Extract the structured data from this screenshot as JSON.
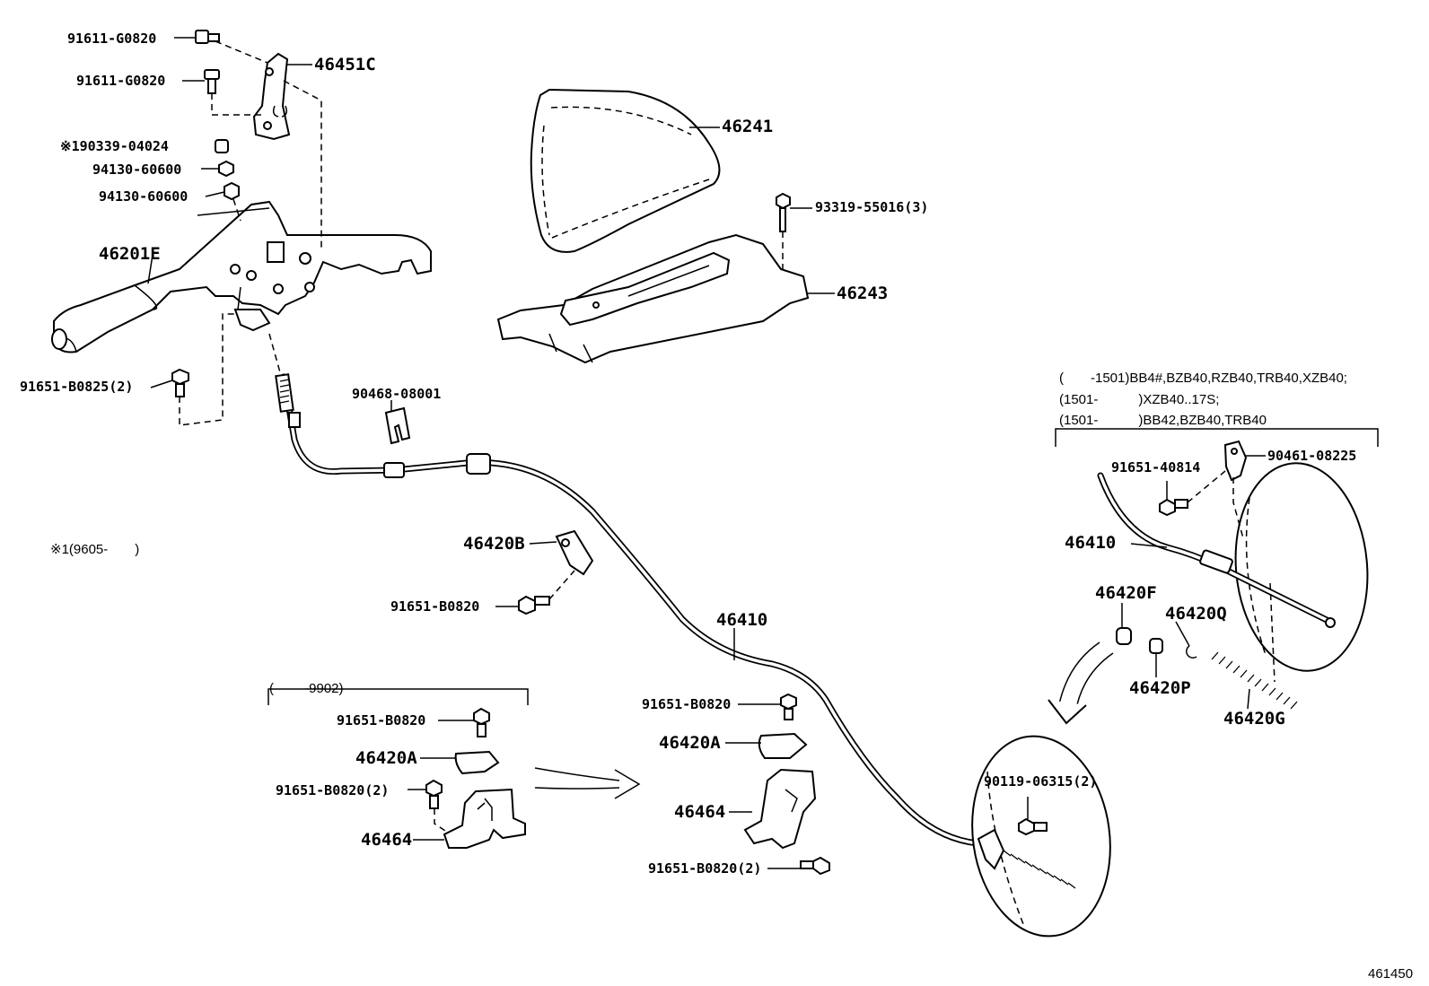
{
  "figure_number": "461450",
  "footnote": "※1(9605-　　)",
  "range_notes": {
    "left_bracket": "(　　 -9902)",
    "right_line1": "(　　-1501)BB4#,BZB40,RZB40,TRB40,XZB40;",
    "right_line2": "(1501-　　　)XZB40..17S;",
    "right_line3": "(1501-　　　)BB42,BZB40,TRB40"
  },
  "part_labels": {
    "p_91611_g0820_a": "91611-G0820",
    "p_91611_g0820_b": "91611-G0820",
    "p_46451c": "46451C",
    "p_190339": "※190339-04024",
    "p_94130_a": "94130-60600",
    "p_94130_b": "94130-60600",
    "p_46201e": "46201E",
    "p_91651_b0825": "91651-B0825(2)",
    "p_46241": "46241",
    "p_93319": "93319-55016(3)",
    "p_46243": "46243",
    "p_90468": "90468-08001",
    "p_46420b": "46420B",
    "p_91651_b0820_a": "91651-B0820",
    "p_46410_main": "46410",
    "p_91651_b0820_b": "91651-B0820",
    "p_46420a_left": "46420A",
    "p_91651_b0820_2_left": "91651-B0820(2)",
    "p_46464_left": "46464",
    "p_91651_b0820_c": "91651-B0820",
    "p_46420a_mid": "46420A",
    "p_46464_mid": "46464",
    "p_91651_b0820_2_mid": "91651-B0820(2)",
    "p_90119": "90119-06315(2)",
    "p_91651_40814": "91651-40814",
    "p_90461": "90461-08225",
    "p_46410_right": "46410",
    "p_46420f": "46420F",
    "p_46420q": "46420Q",
    "p_46420p": "46420P",
    "p_46420g": "46420G"
  }
}
